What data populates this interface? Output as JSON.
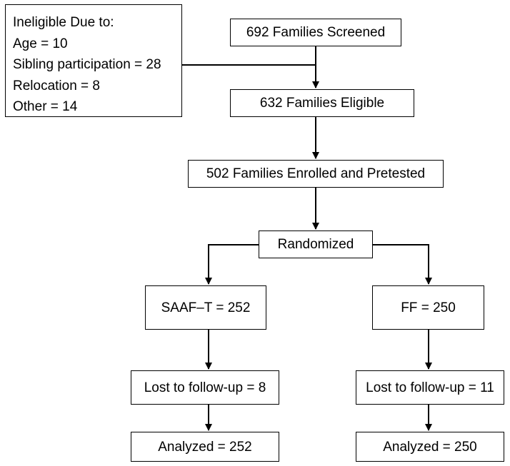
{
  "ineligible": {
    "heading": "Ineligible Due to:",
    "lines": [
      "Age = 10",
      "Sibling participation = 28",
      "Relocation = 8",
      "Other = 14"
    ]
  },
  "screened": "692 Families Screened",
  "eligible": "632 Families Eligible",
  "enrolled": "502 Families Enrolled and Pretested",
  "randomized": "Randomized",
  "arms": [
    {
      "group": "SAAF–T = 252",
      "lost": "Lost to follow-up = 8",
      "analyzed": "Analyzed = 252"
    },
    {
      "group": "FF = 250",
      "lost": "Lost to follow-up = 11",
      "analyzed": "Analyzed = 250"
    }
  ]
}
